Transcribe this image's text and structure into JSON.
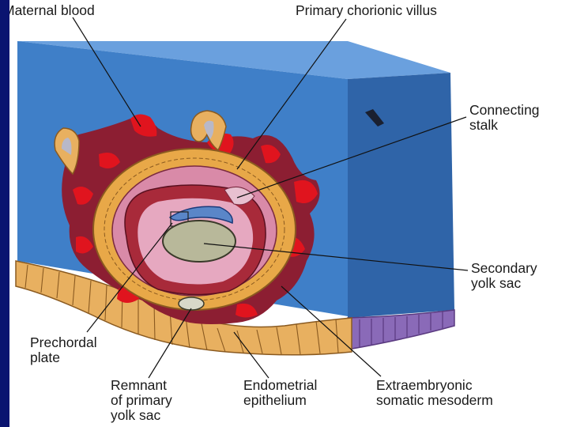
{
  "labels": {
    "maternal_blood": "Maternal blood",
    "primary_chorionic_villus": "Primary chorionic villus",
    "connecting_stalk": [
      "Connecting",
      "stalk"
    ],
    "secondary_yolk_sac": [
      "Secondary",
      "yolk sac"
    ],
    "prechordal_plate": [
      "Prechordal",
      "plate"
    ],
    "remnant_primary_yolk_sac": [
      "Remnant",
      "of primary",
      "yolk sac"
    ],
    "endometrial_epithelium": [
      "Endometrial",
      "epithelium"
    ],
    "extraembryonic_somatic_mesoderm": [
      "Extraembryonic",
      "somatic mesoderm"
    ]
  },
  "colors": {
    "frame": "#0a1470",
    "endometrium_block": "#3f7fc8",
    "maternal_blood": "#e0141e",
    "trophoblast": "#8c1e32",
    "cytotrophoblast": "#e8a848",
    "chorionic_cavity": "#d98aa8",
    "yolk_sac": "#b8b89a",
    "epithelium": "#e8b060",
    "basal_epithelium": "#8a6ab8"
  }
}
